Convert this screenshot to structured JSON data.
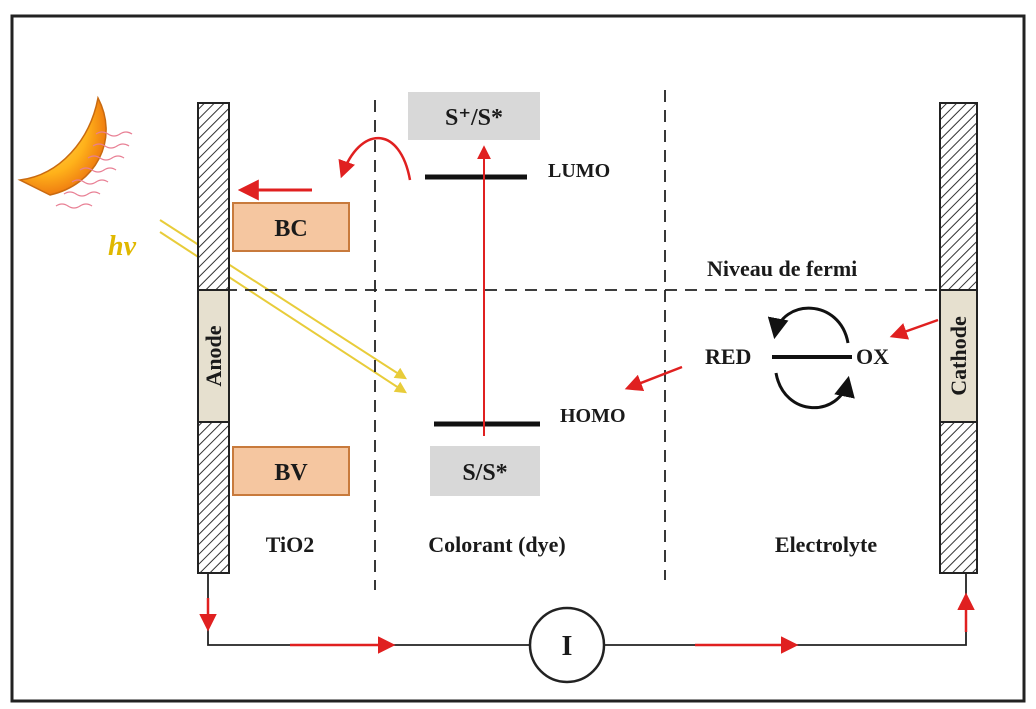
{
  "energy_boxes": {
    "conduction_band": "BC",
    "valence_band": "BV",
    "excited_state": "S⁺/S*",
    "ground_state": "S/S*"
  },
  "levels": {
    "lumo": "LUMO",
    "homo": "HOMO",
    "fermi": "Niveau de fermi"
  },
  "electrodes": {
    "anode": "Anode",
    "cathode": "Cathode"
  },
  "regions": {
    "tio2": "TiO2",
    "dye": "Colorant (dye)",
    "electrolyte": "Electrolyte"
  },
  "redox": {
    "reduced": "RED",
    "oxidized": "OX"
  },
  "light": {
    "label": "hv"
  },
  "circuit": {
    "current": "I"
  },
  "colors": {
    "band_fill": "#f5c6a0",
    "band_stroke": "#c87a3c",
    "state_fill": "#d8d8d8",
    "arrow_red": "#e02020",
    "light_yellow": "#e8cc3a",
    "line_black": "#111111"
  }
}
